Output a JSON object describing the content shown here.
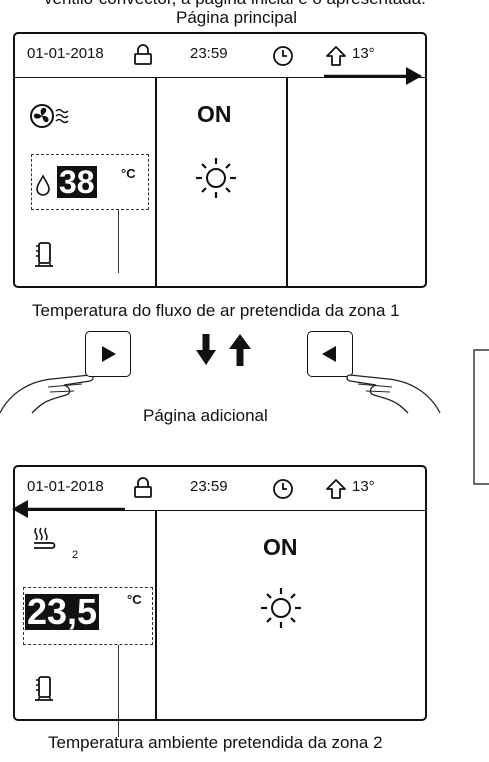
{
  "top_caption_clipped": "ventilo-convector, a página inicial é o apresentada.",
  "main_page": {
    "title": "Página principal",
    "date": "01-01-2018",
    "time": "23:59",
    "outdoor_temp": "13°",
    "setpoint_value": "38",
    "setpoint_unit": "°C",
    "status": "ON"
  },
  "annotation_zone1": "Temperatura do fluxo de ar pretendida da zona 1",
  "extra_page": {
    "title": "Página adicional",
    "date": "01-01-2018",
    "time": "23:59",
    "outdoor_temp": "13°",
    "zone_subscript": "2",
    "setpoint_value": "23,5",
    "setpoint_unit": "°C",
    "status": "ON"
  },
  "annotation_zone2": "Temperatura ambiente pretendida da zona 2",
  "icons": [
    "lock-icon",
    "clock-icon",
    "home-outdoor-icon",
    "next-page-arrow-icon",
    "fan-coil-icon",
    "water-drop-icon",
    "heat-pump-unit-icon",
    "sun-heating-icon",
    "floor-heating-icon",
    "prev-page-arrow-icon",
    "right-arrow-button-icon",
    "left-arrow-button-icon",
    "down-arrow-icon",
    "up-arrow-icon",
    "hand-icon"
  ]
}
